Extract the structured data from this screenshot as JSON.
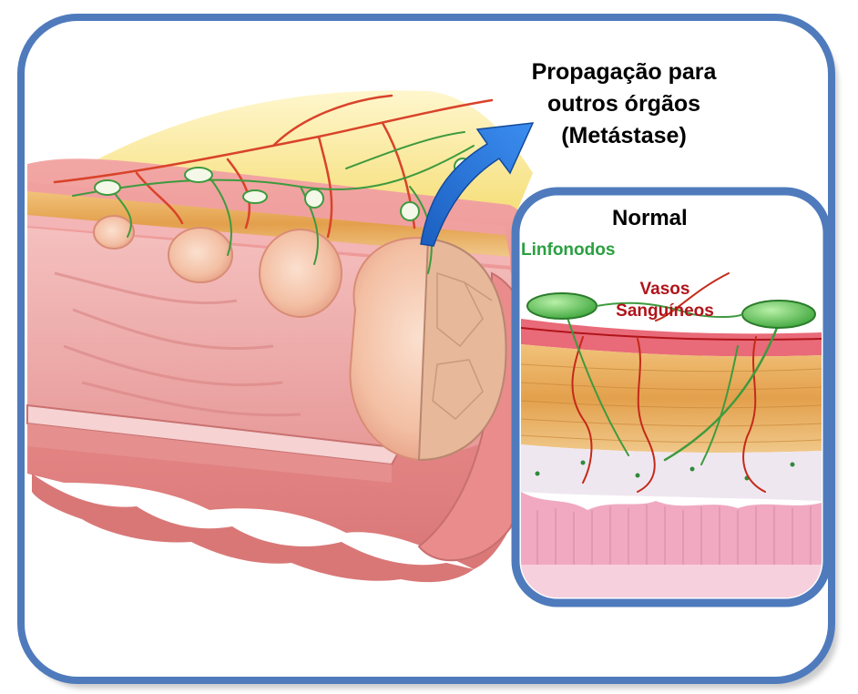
{
  "metastasis_title": [
    "Propagação para",
    "outros órgãos",
    "(Metástase)"
  ],
  "inset": {
    "title": "Normal",
    "lymph_label": "Linfonodos",
    "vessels_label": [
      "Vasos",
      "Sanguíneos"
    ]
  },
  "colors": {
    "frame": "#4f7bbd",
    "lymph_text": "#2aa040",
    "vessel_text": "#b0141a",
    "arrow": "#1f6fd1",
    "tissue_pink": "#ef9d9d",
    "tumor": "#f4c0a8",
    "fat": "#f7e06a",
    "muscle": "#e7a64a",
    "node_green": "#49b84a"
  }
}
